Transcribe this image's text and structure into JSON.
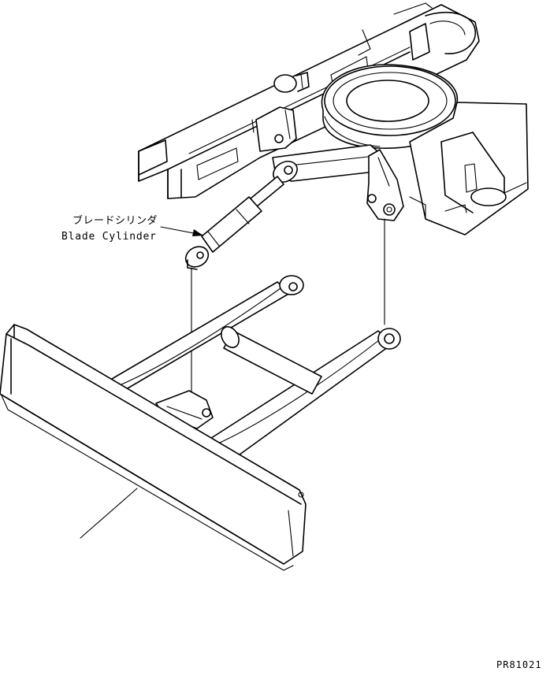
{
  "callout": {
    "label_ja": "ブレードシリンダ",
    "label_en": "Blade Cylinder"
  },
  "figure_code": "PR81021",
  "colors": {
    "line": "#000000",
    "background": "#ffffff"
  }
}
